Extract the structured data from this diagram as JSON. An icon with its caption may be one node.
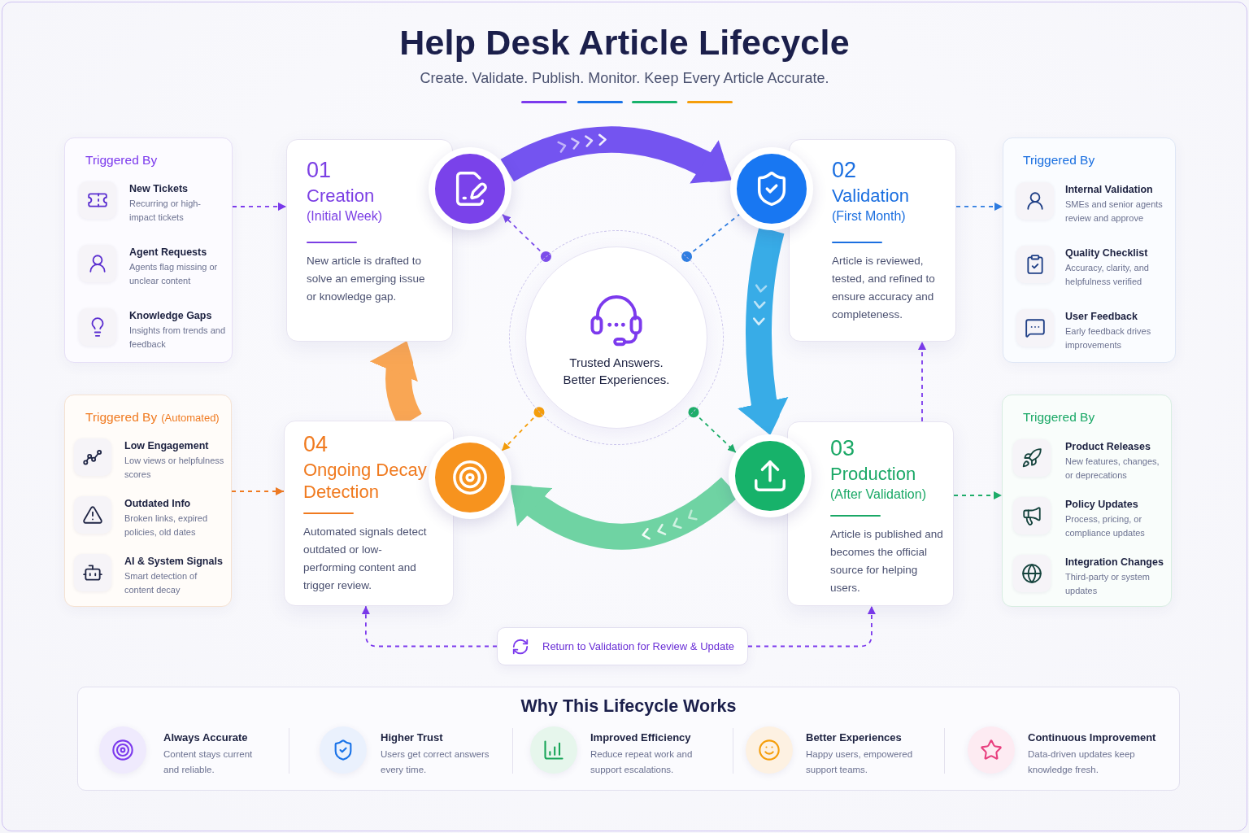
{
  "diagram": {
    "title": "Help Desk Article Lifecycle",
    "nodes": [
      {
        "text": [
          "Triggered By",
          "New Tickets",
          "Recurring or high-impact tickets",
          "Agent Requests",
          "Agents flag missing or unclear content",
          "Knowledge Gaps",
          "Insights from trends and feedback"
        ]
      },
      {
        "text": [
          "01",
          "Creation",
          "(Initial Week)",
          "New article is drafted to solve an emerging issue or knowledge gap."
        ]
      },
      {
        "text": [],
        "shape": "circle"
      },
      {
        "text": [],
        "shape": "circle"
      },
      {
        "text": [
          "02",
          "Validation",
          "(First Month)",
          "Article is reviewed, tested, and refined to ensure accuracy and completeness."
        ]
      },
      {
        "text": [
          "Triggered By",
          "Internal Validation",
          "SMEs and senior agents review and approve",
          "Quality Checklist",
          "Accuracy, clarity, and helpfulness verified",
          "User Feedback",
          "Early feedback drives improvements"
        ]
      },
      {
        "text": [
          "Trusted Answers. Better Experiences."
        ]
      },
      {
        "text": [
          "Triggered By",
          "(Automated)",
          "Low Engagement",
          "Low views or helpfulness scores",
          "Outdated Info",
          "Broken links, expired policies, old dates",
          "AI & System Signals",
          "Smart detection of content decay"
        ]
      },
      {
        "text": [
          "04",
          "Ongoing Decay Detection",
          "Automated signals detect outdated or low-performing content and trigger review."
        ]
      },
      {
        "text": [],
        "shape": "circle"
      },
      {
        "text": [],
        "shape": "circle"
      },
      {
        "text": [
          "03",
          "Production",
          "(After Validation)",
          "Article is published and becomes the official source for helping users."
        ]
      },
      {
        "text": [
          "Triggered By",
          "Product Releases",
          "New features, changes, or deprecations",
          "Policy Updates",
          "Process, pricing, or compliance updates",
          "Integration Changes",
          "Third-party or system updates"
        ]
      },
      {
        "text": [
          "Return to Validation for Review & Update"
        ]
      },
      {
        "text": [
          "Why This Lifecycle Works",
          "Always Accurate",
          "Content stays current and reliable.",
          "Higher Trust",
          "Users get correct answers every time.",
          "Improved Efficiency",
          "Reduce repeat work and support escalations.",
          "Better Experiences",
          "Happy users, empowered support teams.",
          "Continuous Improvement",
          "Data-driven updates keep knowledge fresh."
        ]
      }
    ],
    "edges": [
      {
        "from": 0,
        "to": 1,
        "arrow": "to",
        "style": "dashed",
        "color": "#7c3aed"
      },
      {
        "from": 2,
        "to": 3,
        "arrow": "to",
        "style": "thick",
        "color": "#6d4cf0"
      },
      {
        "from": 4,
        "to": 5,
        "arrow": "to",
        "style": "dashed",
        "color": "#2f7de1"
      },
      {
        "from": 3,
        "to": 10,
        "arrow": "to",
        "style": "thick",
        "color": "#2ea8e6"
      },
      {
        "from": 10,
        "to": 9,
        "arrow": "to",
        "style": "thick",
        "color": "#68d19f"
      },
      {
        "from": 8,
        "to": 1,
        "arrow": "to",
        "style": "thick",
        "color": "#f9a24b"
      },
      {
        "from": 7,
        "to": 8,
        "arrow": "to",
        "style": "dashed",
        "color": "#f07b22"
      },
      {
        "from": 11,
        "to": 12,
        "arrow": "to",
        "style": "dashed",
        "color": "#1fae6a"
      },
      {
        "from": 6,
        "to": 2,
        "arrow": "to",
        "style": "dashed",
        "color": "#7c4dea"
      },
      {
        "from": 6,
        "to": 3,
        "arrow": "other",
        "style": "dashed",
        "color": "#2f7de1"
      },
      {
        "from": 6,
        "to": 9,
        "arrow": "to",
        "style": "dashed",
        "color": "#f59e0b"
      },
      {
        "from": 6,
        "to": 10,
        "arrow": "to",
        "style": "dashed",
        "color": "#1fae6a"
      },
      {
        "from": 11,
        "to": 4,
        "arrow": "to",
        "style": "dashed",
        "color": "#7c3aed"
      },
      {
        "from": 13,
        "to": 8,
        "arrow": "to",
        "style": "dashed",
        "color": "#7c3aed"
      },
      {
        "from": 13,
        "to": 11,
        "arrow": "to",
        "style": "dashed",
        "color": "#7c3aed"
      }
    ],
    "labels": [
      "Create. Validate. Publish. Monitor. Keep Every Article Accurate."
    ]
  }
}
